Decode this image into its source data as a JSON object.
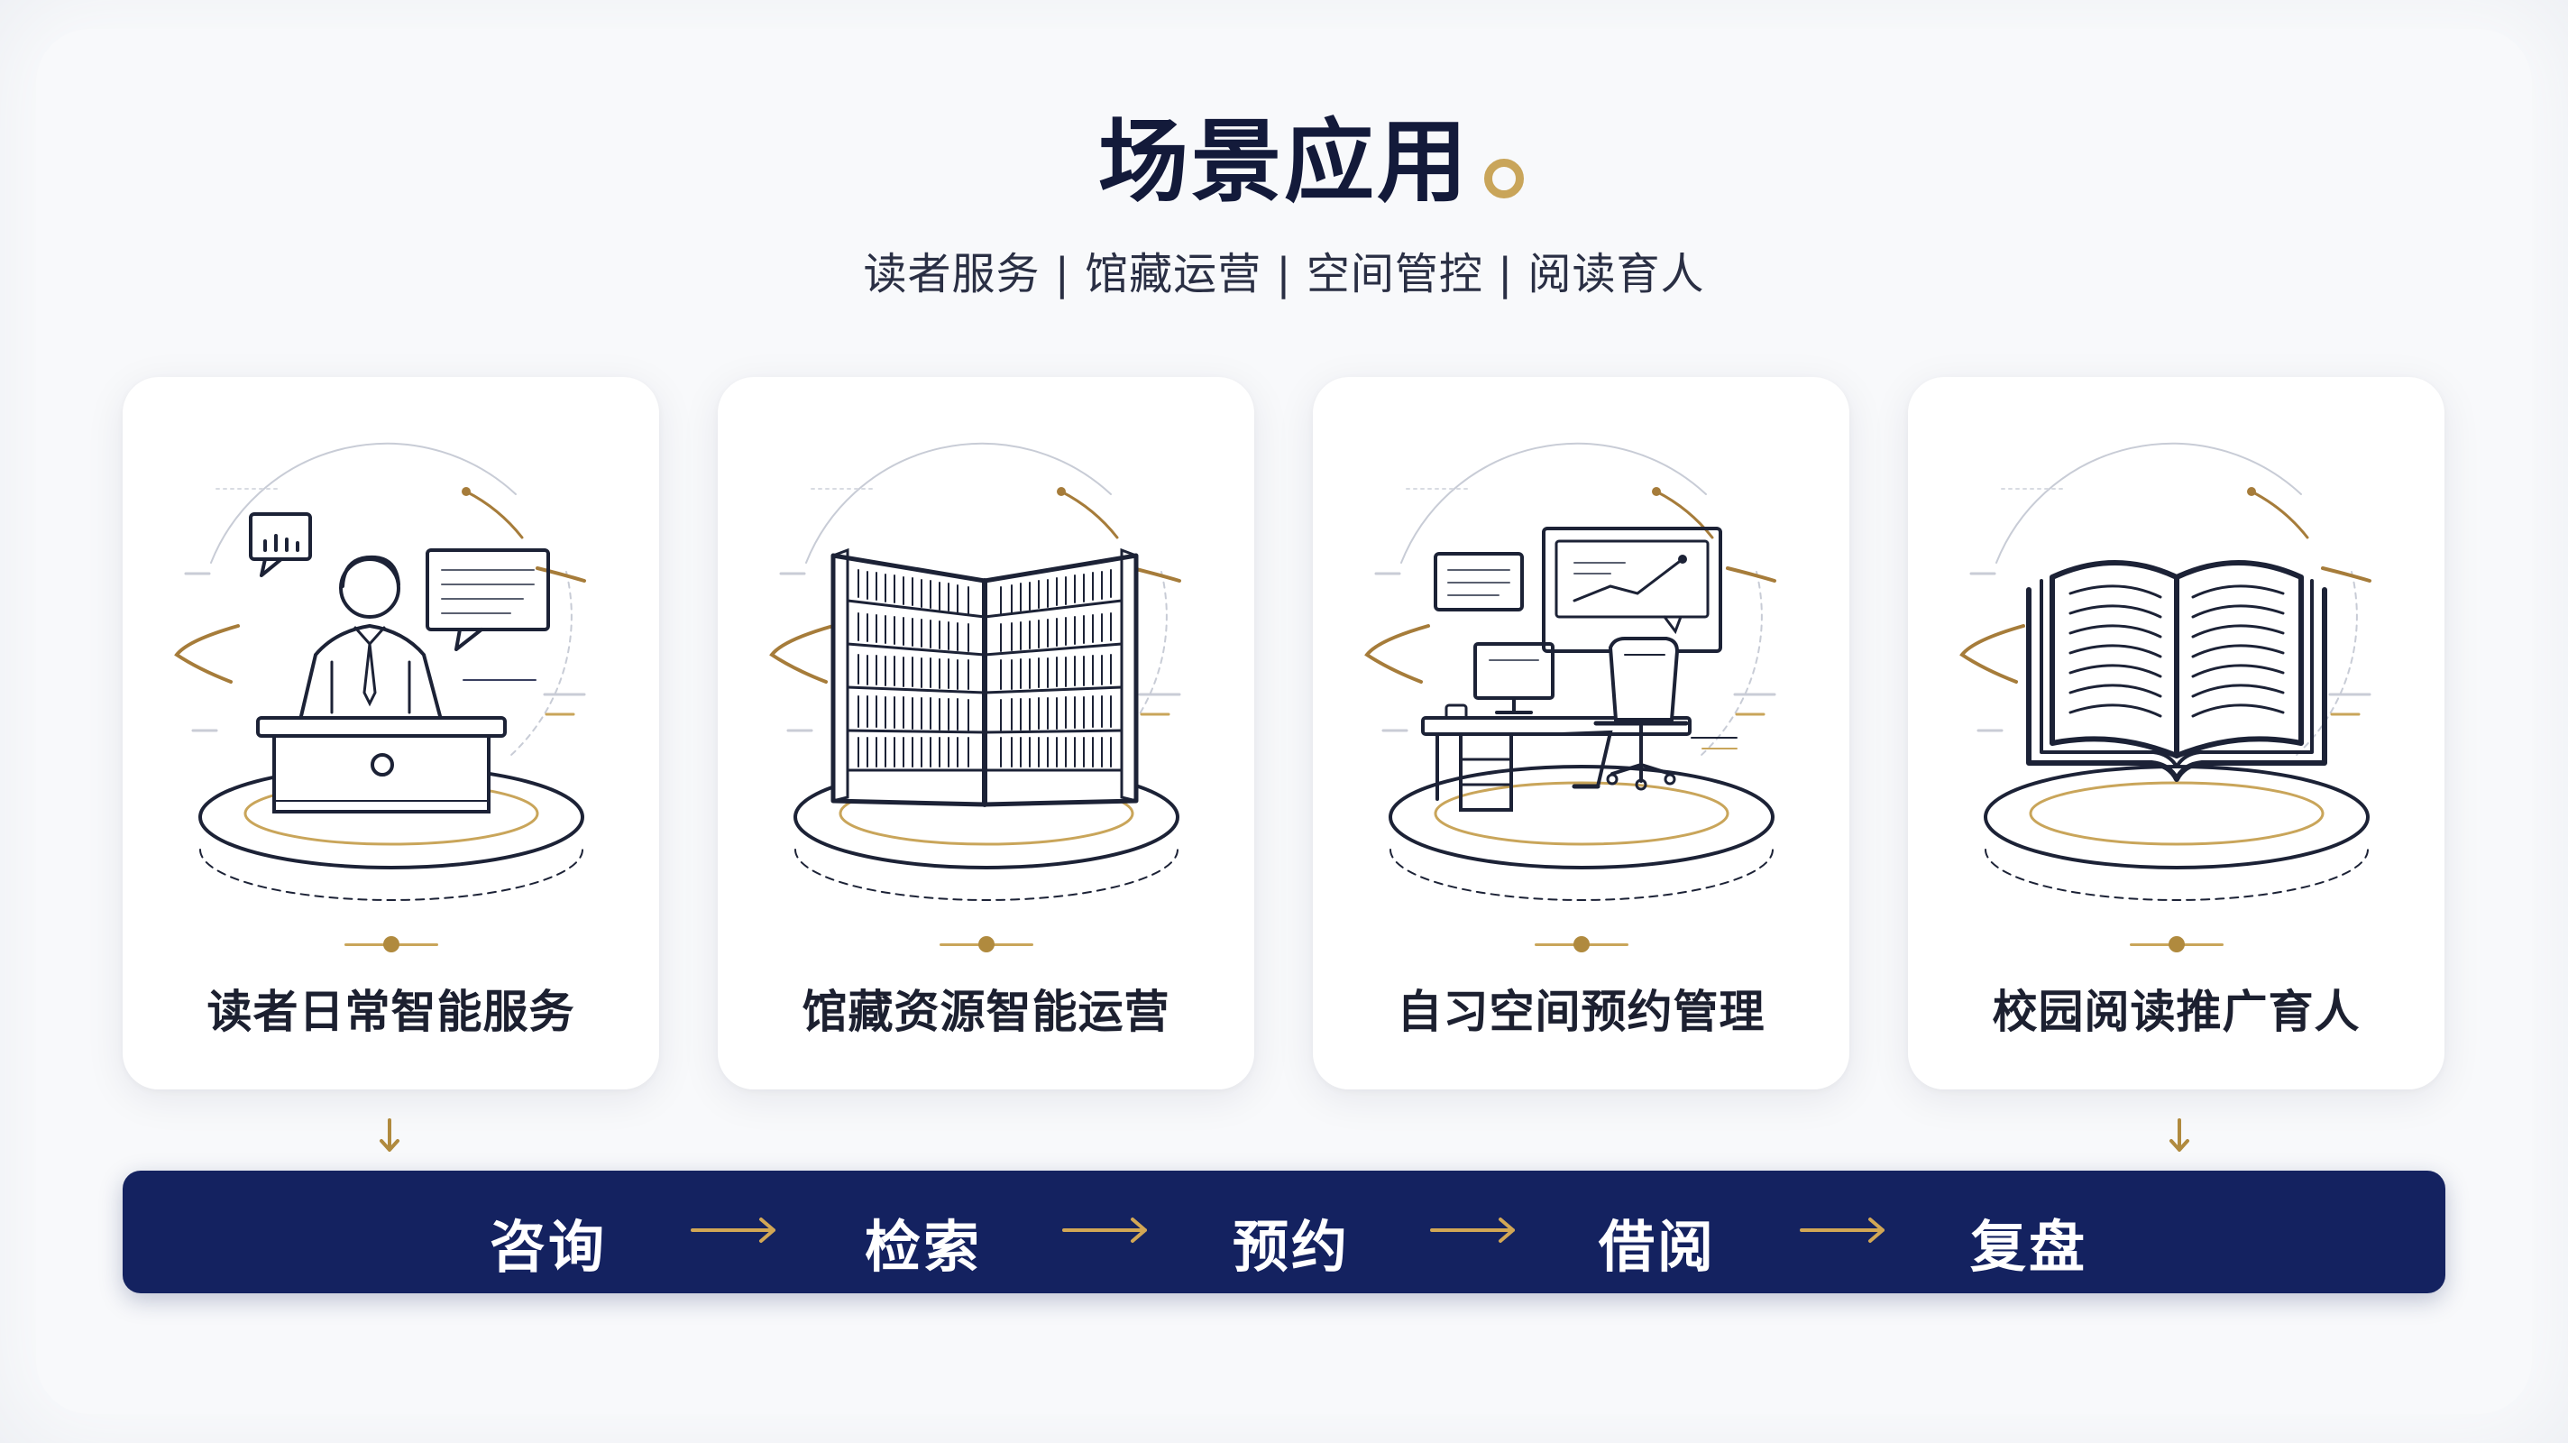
{
  "header": {
    "title": "场景应用",
    "subtitle": "读者服务 | 馆藏运营 | 空间管控 | 阅读育人"
  },
  "cards": [
    {
      "label": "读者日常智能服务",
      "icon": "service-desk-icon"
    },
    {
      "label": "馆藏资源智能运营",
      "icon": "bookshelf-icon"
    },
    {
      "label": "自习空间预约管理",
      "icon": "study-desk-icon"
    },
    {
      "label": "校园阅读推广育人",
      "icon": "open-book-icon"
    }
  ],
  "flow": {
    "steps": [
      "咨询",
      "检索",
      "预约",
      "借阅",
      "复盘"
    ]
  },
  "colors": {
    "navy": "#142260",
    "title": "#131a3a",
    "gold": "#c9a55a",
    "card_bg": "#ffffff",
    "page_bg": "#eef0f4"
  }
}
